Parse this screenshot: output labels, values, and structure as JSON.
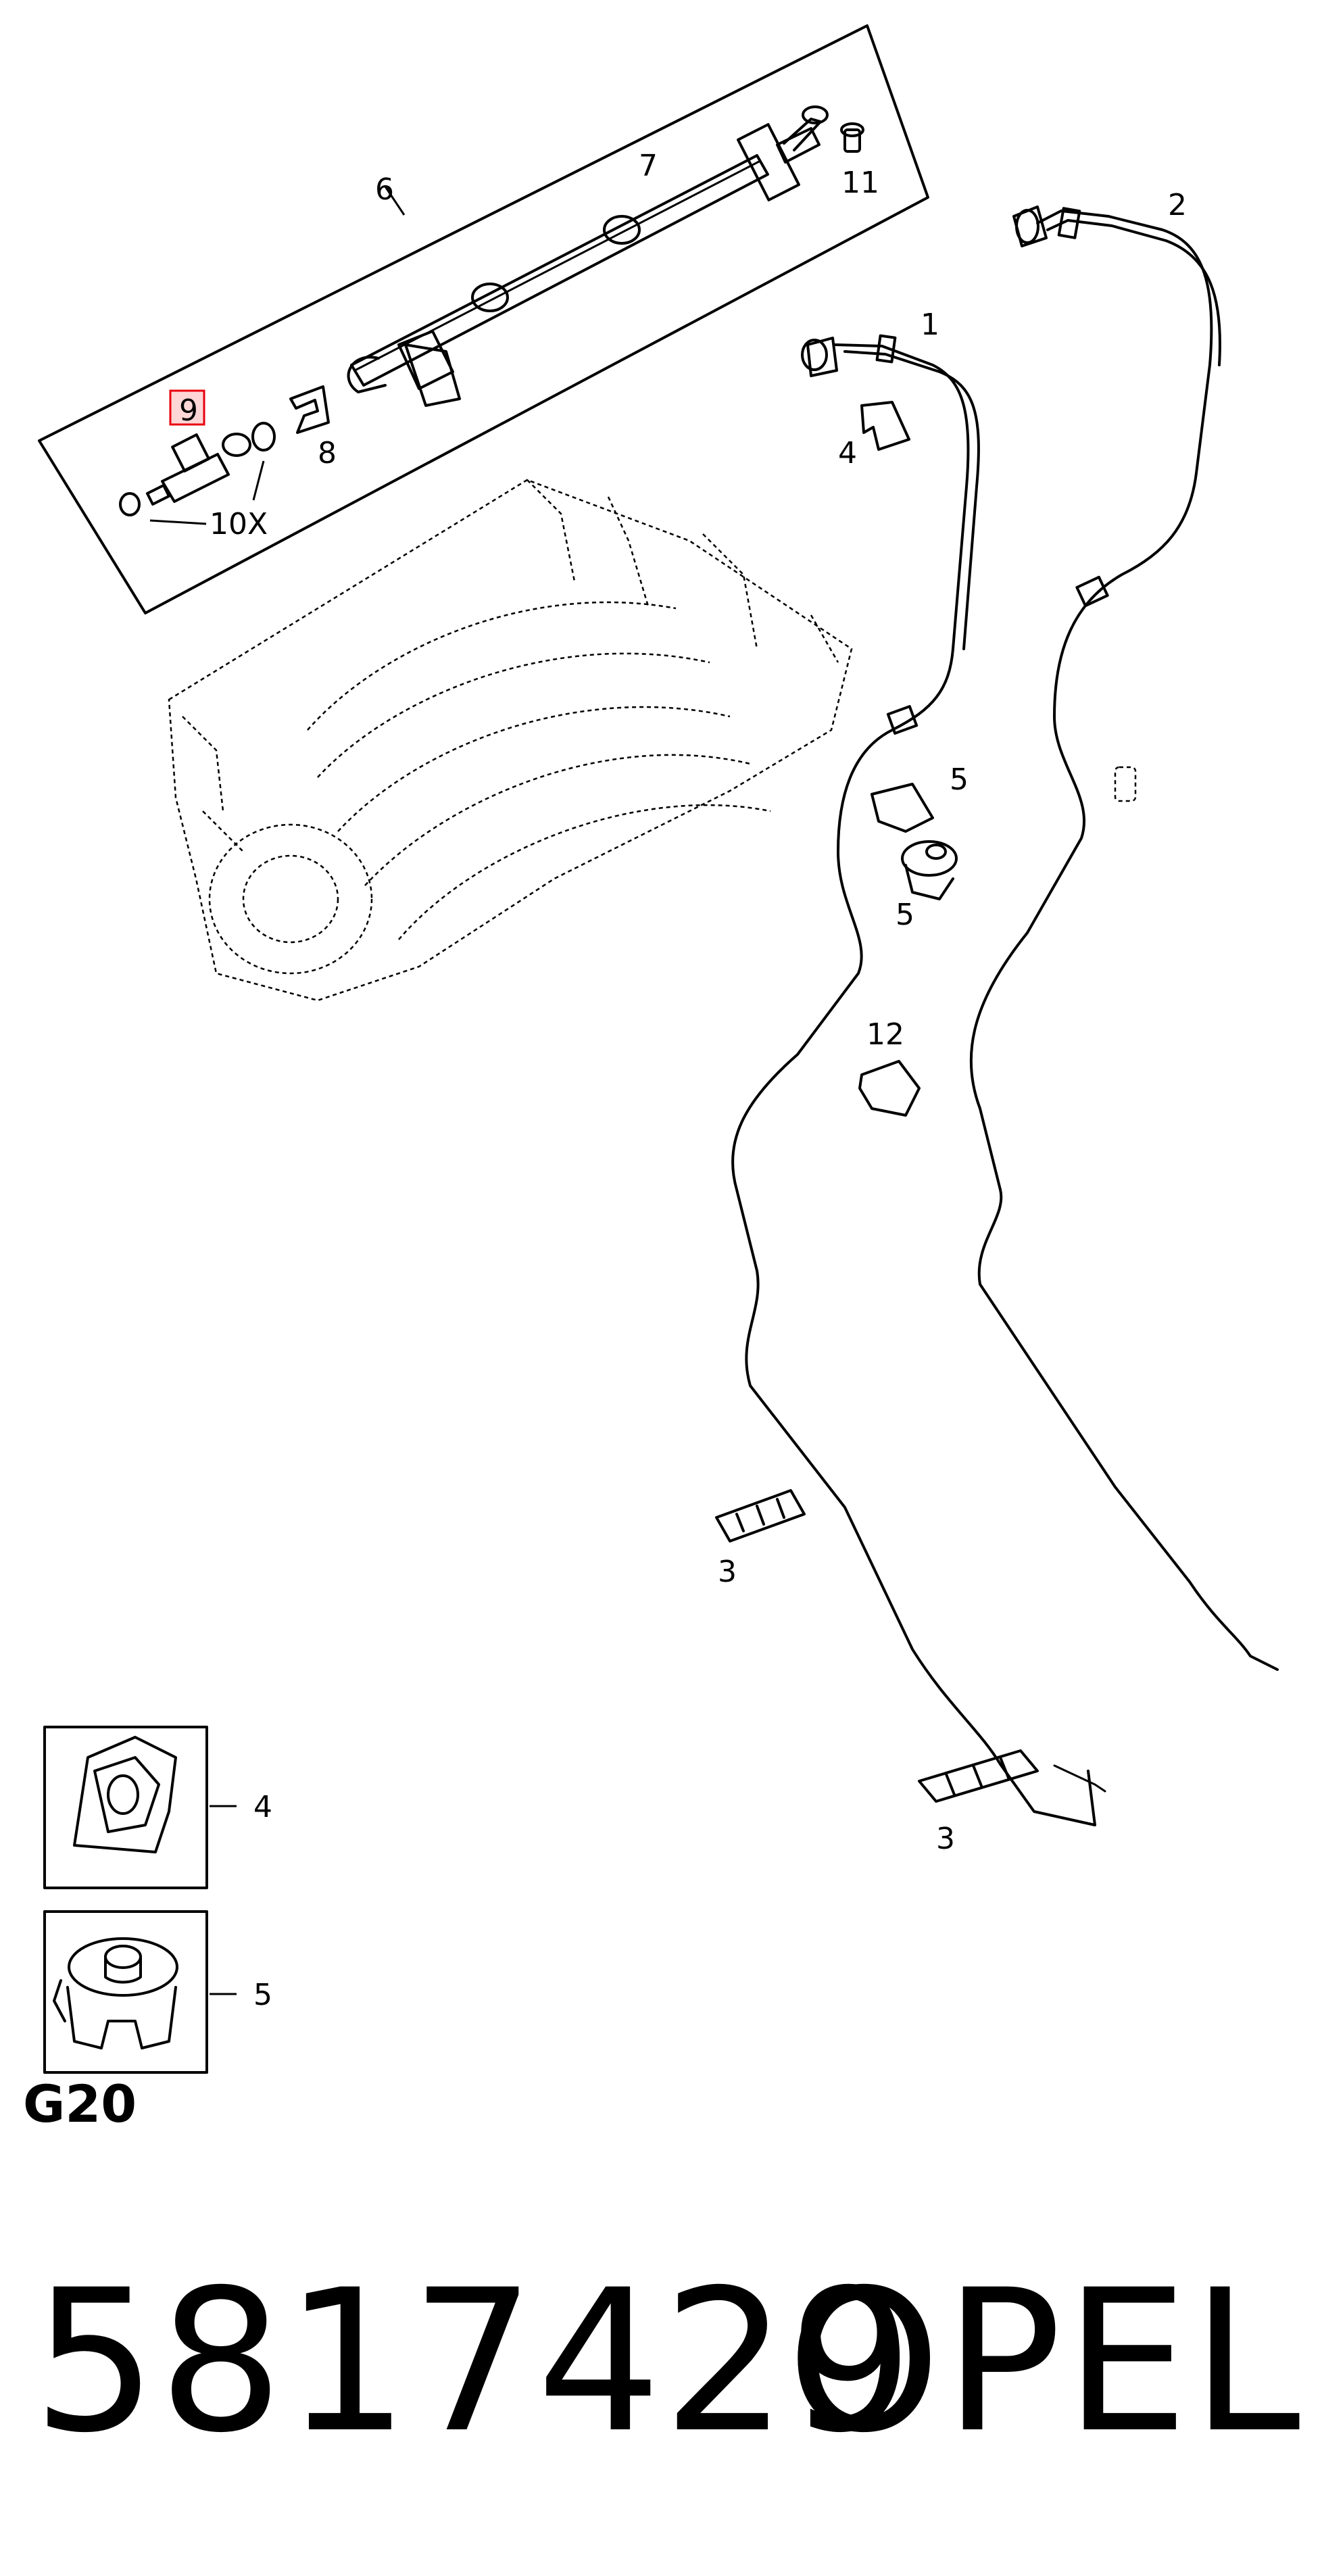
{
  "diagram": {
    "group_code": "G20",
    "part_number": "5817429",
    "brand": "OPEL",
    "highlighted_callout": "9",
    "highlight_color": "#e8000f",
    "callouts": {
      "c1": "1",
      "c2": "2",
      "c3a": "3",
      "c3b": "3",
      "c4a": "4",
      "c4b": "4",
      "c5a": "5",
      "c5b": "5",
      "c5c": "5",
      "c6": "6",
      "c7": "7",
      "c8": "8",
      "c9": "9",
      "c10": "10X",
      "c11": "11",
      "c12": "12"
    }
  }
}
